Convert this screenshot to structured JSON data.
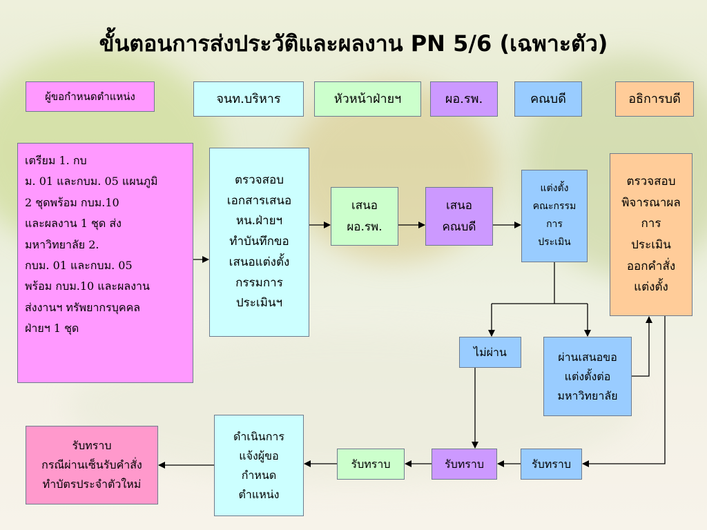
{
  "title": "ขั้นตอนการส่งประวัติและผลงาน PN 5/6 (เฉพาะตัว)",
  "roles": {
    "requester": "ผู้ขอกำหนดตำแหน่ง",
    "admin_officer": "จนท.บริหาร",
    "dept_head": "หัวหน้าฝ่ายฯ",
    "hospital_director": "ผอ.รพ.",
    "dean": "คณบดี",
    "chancellor": "อธิการบดี"
  },
  "steps": {
    "prepare": {
      "lines": [
        "เตรียม 1. กบ",
        "ม. 01 และกบม. 05 แผนภูมิ",
        "2 ชุดพร้อม กบม.10",
        "และผลงาน 1 ชุด ส่ง",
        "มหาวิทยาลัย 2.",
        "กบม. 01 และกบม. 05",
        "พร้อม กบม.10 และผลงาน",
        "ส่งงานฯ ทรัพยากรบุคคล",
        "ฝ่ายฯ 1 ชุด"
      ]
    },
    "check_docs": {
      "lines": [
        "ตรวจสอบ",
        "เอกสารเสนอ",
        "หน.ฝ่ายฯ",
        "ทำบันทึกขอ",
        "เสนอแต่งตั้ง",
        "กรรมการ",
        "ประเมินฯ"
      ]
    },
    "propose_director": {
      "lines": [
        "เสนอ",
        "ผอ.รพ."
      ]
    },
    "propose_dean": {
      "lines": [
        "เสนอ",
        "คณบดี"
      ]
    },
    "appoint_committee": {
      "lines": [
        "แต่งตั้ง",
        "คณะกรรม",
        "การ",
        "ประเมิน"
      ]
    },
    "review_result": {
      "lines": [
        "ตรวจสอบ",
        "พิจารณาผล",
        "การ",
        "ประเมิน",
        "ออกคำสั่ง",
        "แต่งตั้ง"
      ]
    },
    "fail": {
      "label": "ไม่ผ่าน"
    },
    "pass": {
      "lines": [
        "ผ่านเสนอขอ",
        "แต่งตั้งต่อ",
        "มหาวิทยาลัย"
      ]
    },
    "ack_dean": {
      "label": "รับทราบ"
    },
    "ack_director": {
      "label": "รับทราบ"
    },
    "ack_head": {
      "label": "รับทราบ"
    },
    "notify": {
      "lines": [
        "ดำเนินการ",
        "แจ้งผู้ขอ",
        "กำหนด",
        "ตำแหน่ง"
      ]
    },
    "final_ack": {
      "lines": [
        "รับทราบ",
        "กรณีผ่านเซ็นรับคำสั่ง",
        "ทำบัตรประจำตัวใหม่"
      ]
    }
  }
}
